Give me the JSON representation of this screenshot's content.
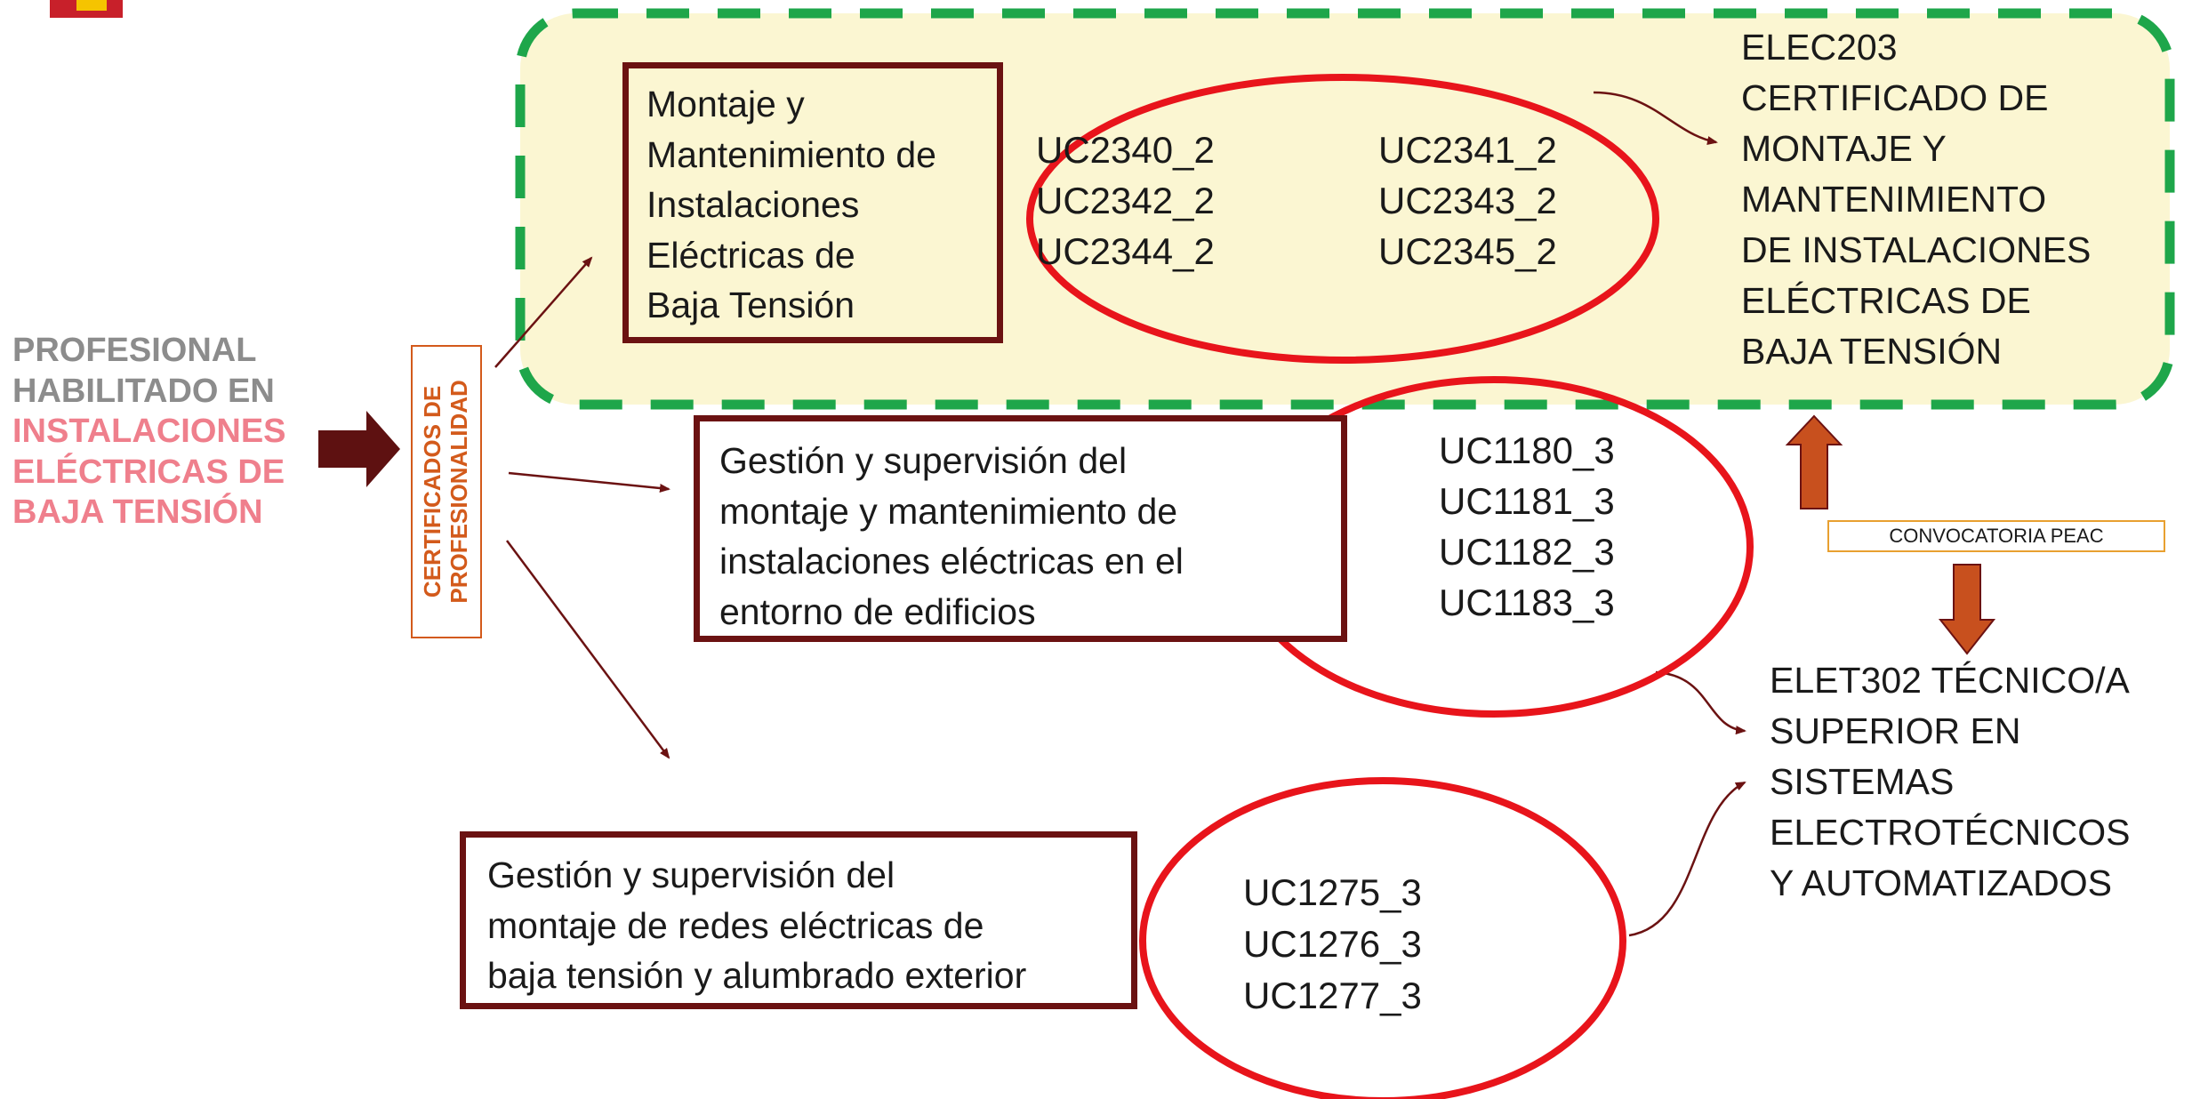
{
  "left_label": {
    "line1": "PROFESIONAL",
    "line2": "HABILITADO EN",
    "line3": "INSTALACIONES",
    "line4": "ELÉCTRICAS DE",
    "line5": "BAJA TENSIÓN"
  },
  "vertical_label": {
    "line1": "CERTIFICADOS DE",
    "line2": "PROFESIONALIDAD"
  },
  "boxes": {
    "box1": "Montaje y\nMantenimiento de\nInstalaciones\nEléctricas de\nBaja Tensión",
    "box2": "Gestión y supervisión del\nmontaje y mantenimiento de\ninstalaciones eléctricas en el\nentorno de edificios",
    "box3": "Gestión y supervisión del\nmontaje de redes eléctricas de\nbaja tensión y alumbrado exterior"
  },
  "units": {
    "group1_left": "UC2340_2\nUC2342_2\nUC2344_2",
    "group1_right": "UC2341_2\nUC2343_2\nUC2345_2",
    "group2": "UC1180_3\nUC1181_3\nUC1182_3\nUC1183_3",
    "group3": "UC1275_3\nUC1276_3\nUC1277_3"
  },
  "certificates": {
    "elec203": "ELEC203\nCERTIFICADO DE\nMONTAJE Y\nMANTENIMIENTO\nDE INSTALACIONES\nELÉCTRICAS DE\nBAJA TENSIÓN",
    "elet302": "ELET302 TÉCNICO/A\nSUPERIOR EN\nSISTEMAS\nELECTROTÉCNICOS\nY AUTOMATIZADOS"
  },
  "peac_label": "CONVOCATORIA PEAC",
  "colors": {
    "dark_red": "#6b1212",
    "ellipse_red": "#e8141b",
    "dashed_green": "#1ea64a",
    "highlight_fill": "#fbf6d2",
    "orange_label": "#d35a1b",
    "peac_arrow": "#c8501e"
  }
}
